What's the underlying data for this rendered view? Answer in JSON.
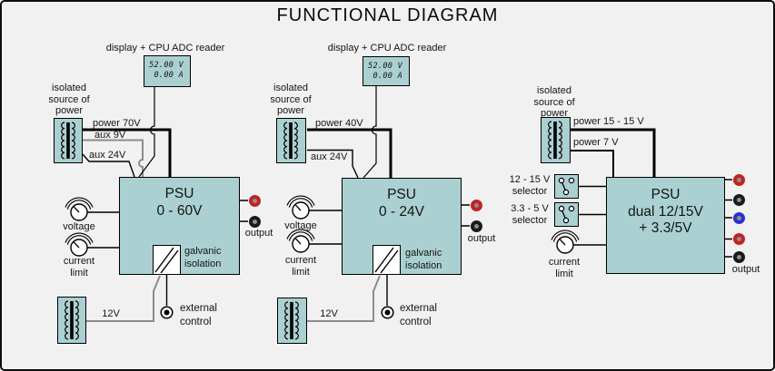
{
  "title": "FUNCTIONAL DIAGRAM",
  "colors": {
    "background": "#f1f1f1",
    "box_fill": "#abd0d1",
    "wire_gray": "#8c8c8c",
    "terminal_red": "#c32222",
    "terminal_black": "#1a1a1a",
    "terminal_blue": "#2733cc",
    "terminal_hole": "#8f8f8f"
  },
  "blocks": {
    "psu60": {
      "adc_label": "display + CPU ADC reader",
      "display": {
        "volts": "52.00 V",
        "amps": "0.00 A"
      },
      "source_lines": [
        "isolated",
        "source of",
        "power"
      ],
      "wire_power": "power 70V",
      "wire_aux1": "aux 9V",
      "wire_aux2": "aux 24V",
      "psu_lines": [
        "PSU",
        "0 - 60V"
      ],
      "knob_voltage": "voltage",
      "knob_current_lines": [
        "current",
        "limit"
      ],
      "galvanic_lines": [
        "galvanic",
        "isolation"
      ],
      "output_label": "output",
      "terminals": [
        "red",
        "black"
      ],
      "external_lines": [
        "external",
        "control"
      ],
      "wire_12v": "12V"
    },
    "psu24": {
      "adc_label": "display + CPU ADC reader",
      "display": {
        "volts": "52.00 V",
        "amps": "0.00 A"
      },
      "source_lines": [
        "isolated",
        "source of",
        "power"
      ],
      "wire_power": "power 40V",
      "wire_aux1": "aux 24V",
      "psu_lines": [
        "PSU",
        "0 - 24V"
      ],
      "knob_voltage": "voltage",
      "knob_current_lines": [
        "current",
        "limit"
      ],
      "galvanic_lines": [
        "galvanic",
        "isolation"
      ],
      "output_label": "output",
      "terminals": [
        "red",
        "black"
      ],
      "external_lines": [
        "external",
        "control"
      ],
      "wire_12v": "12V"
    },
    "psudual": {
      "source_lines": [
        "isolated",
        "source of",
        "power"
      ],
      "wire_power1": "power 15 - 15 V",
      "wire_power2": "power 7 V",
      "selector1_lines": [
        "12 - 15 V",
        "selector"
      ],
      "selector2_lines": [
        "3.3 - 5 V",
        "selector"
      ],
      "knob_current_lines": [
        "current",
        "limit"
      ],
      "psu_lines": [
        "PSU",
        "dual 12/15V",
        "+ 3.3/5V"
      ],
      "output_label": "output",
      "terminals": [
        "red",
        "black",
        "blue",
        "red",
        "black"
      ]
    }
  }
}
